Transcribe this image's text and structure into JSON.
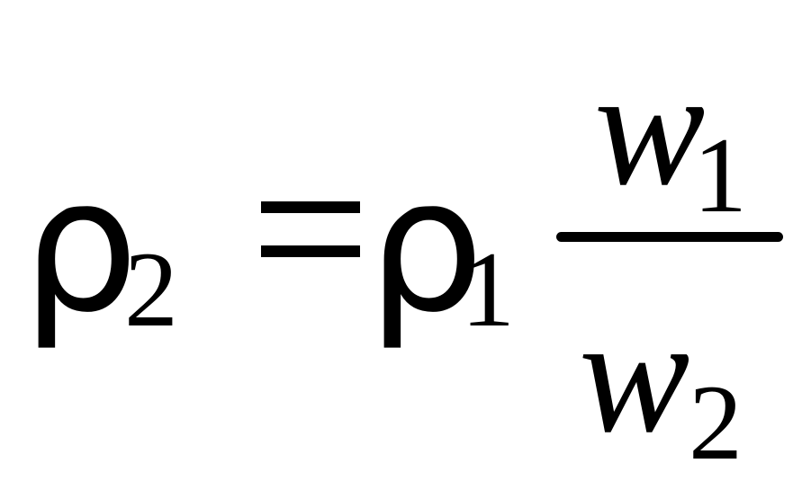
{
  "equation": {
    "lhs": {
      "symbol": "ρ",
      "subscript": "2"
    },
    "operator": "=",
    "rhs": {
      "symbol": "ρ",
      "subscript": "1",
      "fraction": {
        "numerator": {
          "symbol": "w",
          "subscript": "1"
        },
        "denominator": {
          "symbol": "w",
          "subscript": "2"
        }
      }
    }
  }
}
